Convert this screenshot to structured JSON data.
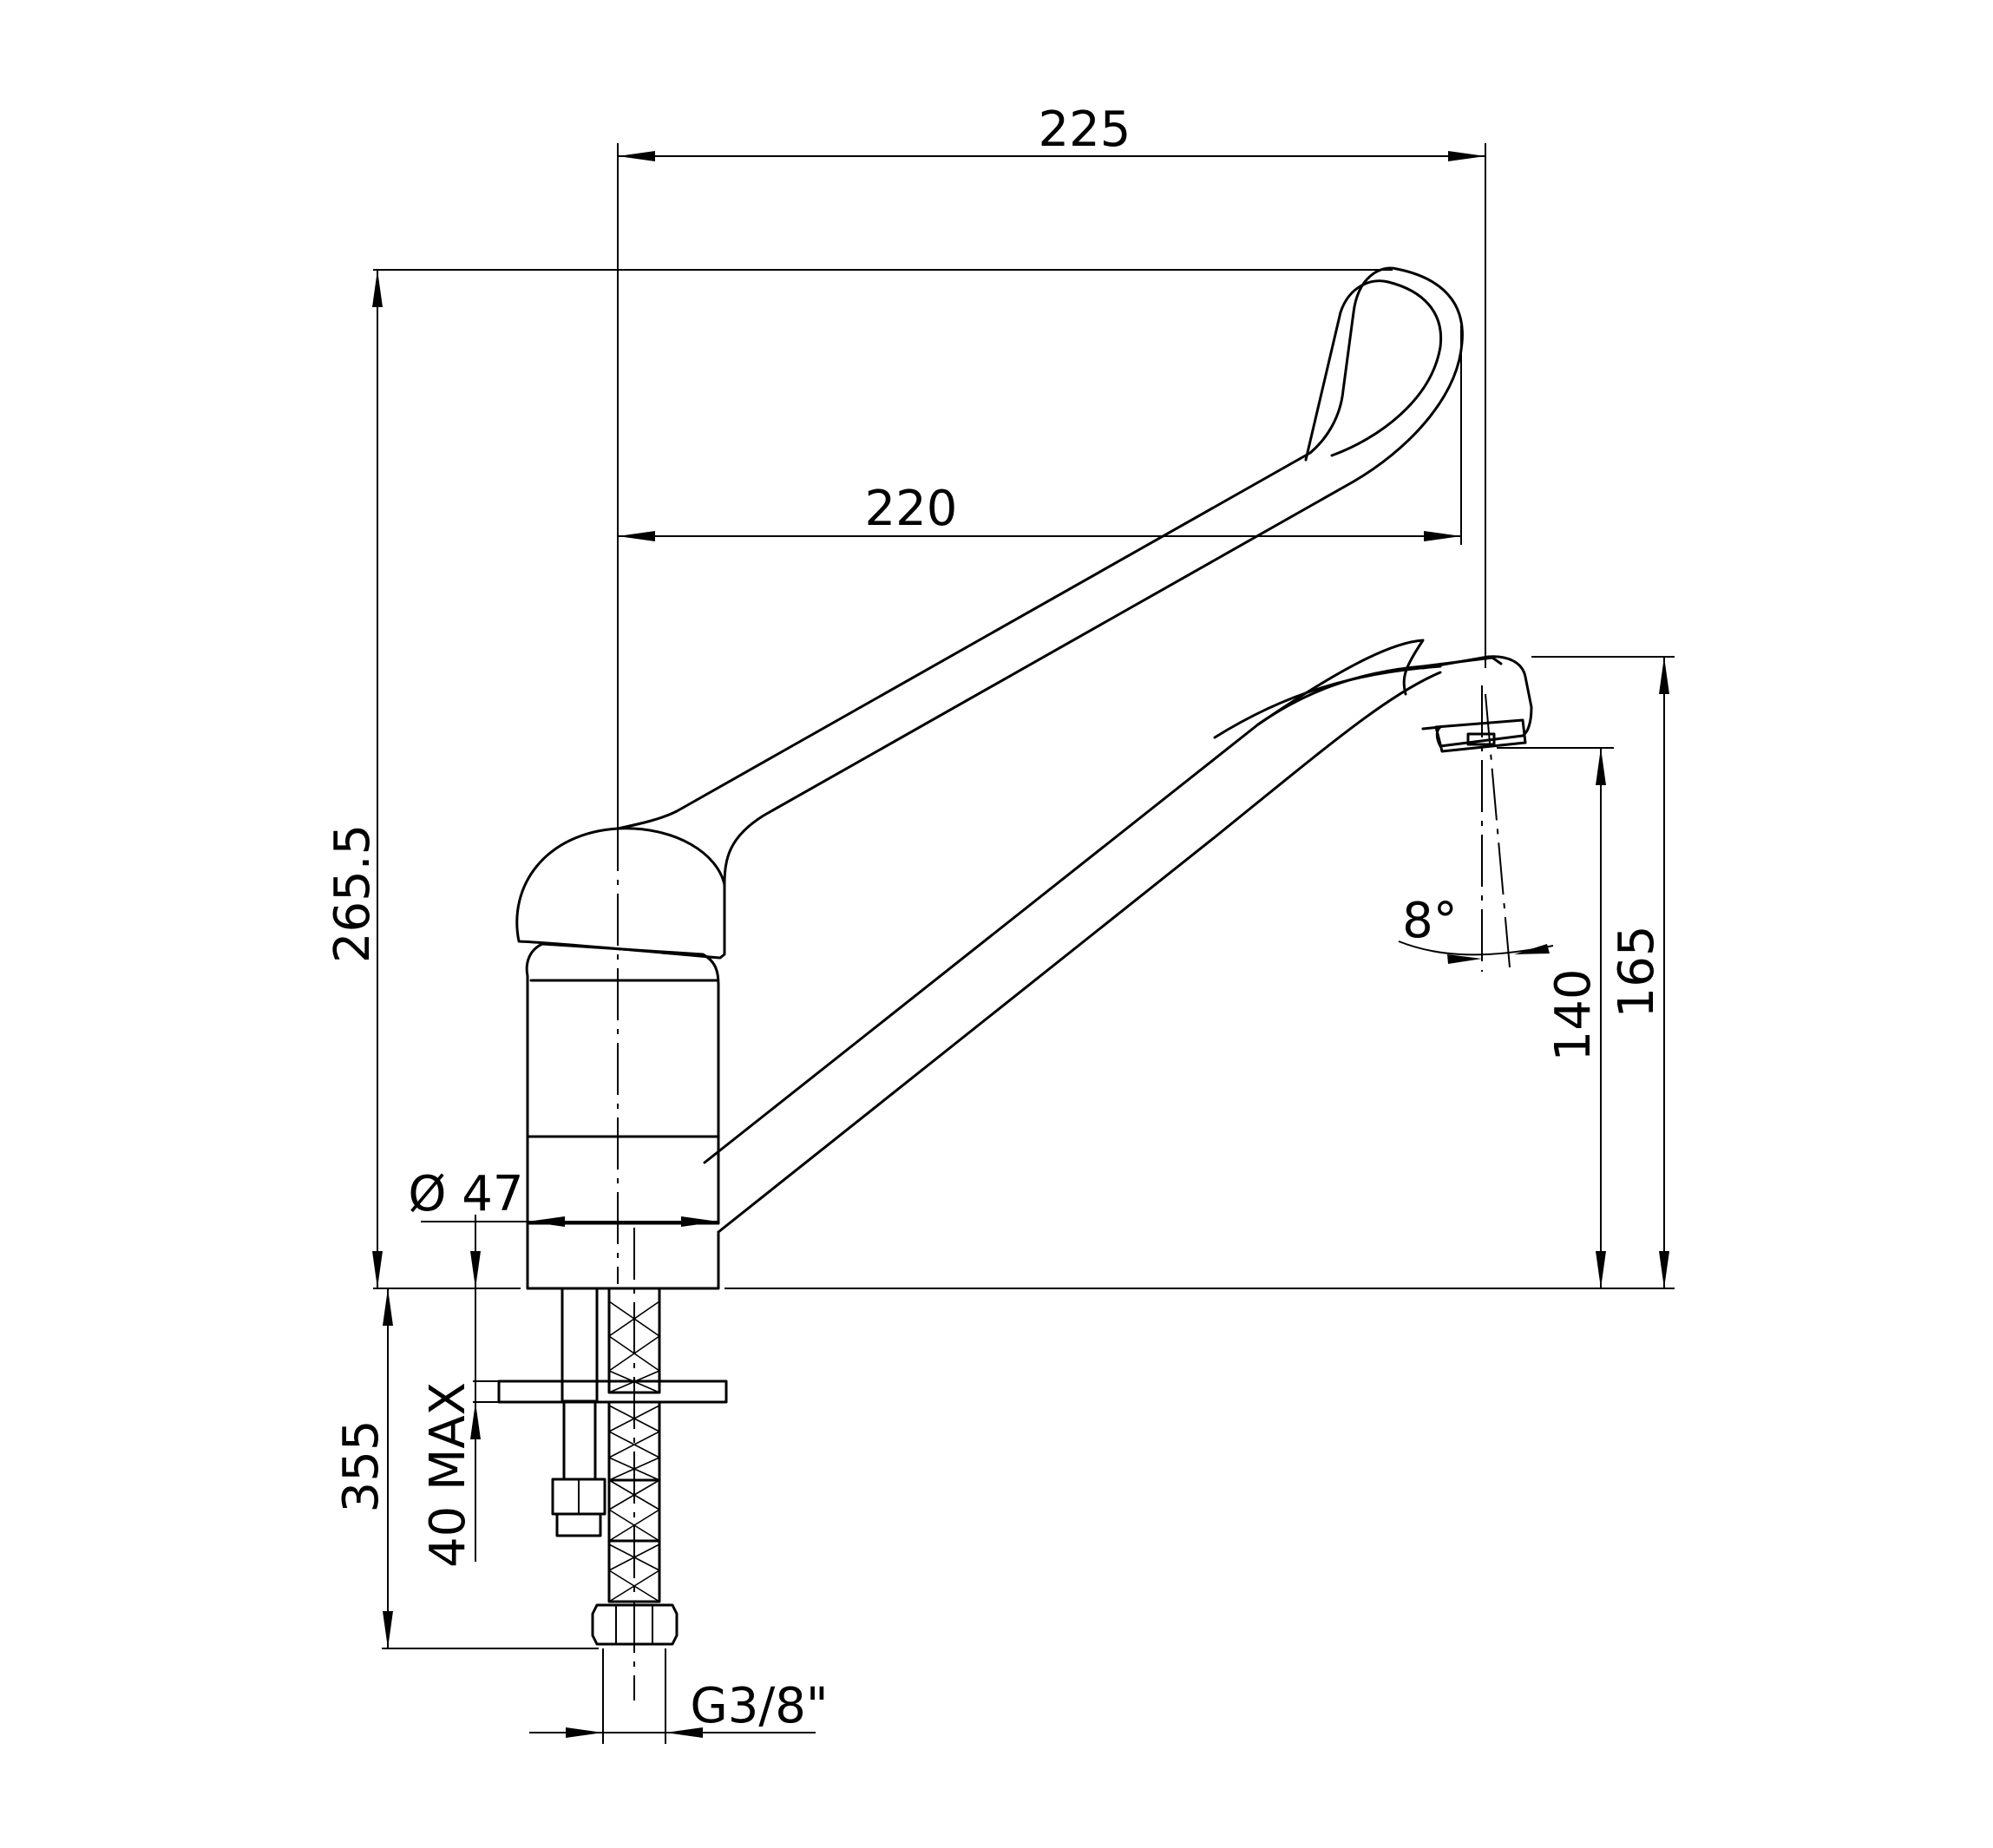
{
  "dimensions": {
    "overall_width": "225",
    "lever_width": "220",
    "total_height": "265.5",
    "spout_height": "165",
    "outlet_height": "140",
    "spout_angle": "8°",
    "base_diameter": "Ø 47",
    "hose_length": "355",
    "max_thickness": "40 MAX",
    "connection_thread": "G3/8\""
  },
  "colors": {
    "line": "#000000",
    "background": "#ffffff"
  }
}
